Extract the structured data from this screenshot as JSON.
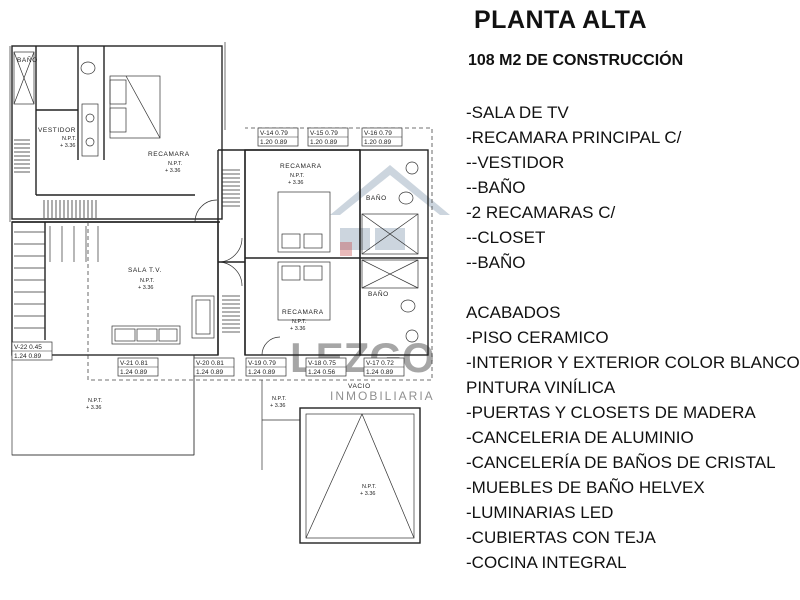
{
  "title": "PLANTA ALTA",
  "subtitle": "108 M2 DE CONSTRUCCIÓN",
  "spaces": [
    "-SALA DE TV",
    "-RECAMARA PRINCIPAL  C/",
    "--VESTIDOR",
    "--BAÑO",
    "-2 RECAMARAS C/",
    "--CLOSET",
    "--BAÑO"
  ],
  "finishes_heading": "ACABADOS",
  "finishes": [
    "-PISO CERAMICO",
    "-INTERIOR Y EXTERIOR COLOR BLANCO",
    "PINTURA VINÍLICA",
    "-PUERTAS Y CLOSETS DE MADERA",
    "-CANCELERIA DE ALUMINIO",
    "-CANCELERÍA DE BAÑOS DE CRISTAL",
    "-MUEBLES DE BAÑO HELVEX",
    "-LUMINARIAS LED",
    "-CUBIERTAS CON TEJA",
    "-COCINA INTEGRAL"
  ],
  "plan": {
    "rooms": {
      "bano_principal": "BAÑO",
      "vestidor": "VESTIDOR",
      "recamara_principal": "RECAMARA",
      "recamara_1": "RECAMARA",
      "recamara_2": "RECAMARA",
      "bano_1": "BAÑO",
      "bano_2": "BAÑO",
      "sala_tv": "SALA T.V.",
      "vacio": "VACIO"
    },
    "npt_label": "N.P.T.",
    "level": "+ 3.36",
    "windows": [
      {
        "code": "V-14",
        "w": "0.79",
        "a": "1.20",
        "b": "0.89"
      },
      {
        "code": "V-15",
        "w": "0.79",
        "a": "1.20",
        "b": "0.89"
      },
      {
        "code": "V-16",
        "w": "0.79",
        "a": "1.20",
        "b": "0.89"
      },
      {
        "code": "V-22",
        "w": "0.45",
        "a": "1.24",
        "b": "0.89"
      },
      {
        "code": "V-21",
        "w": "0.81",
        "a": "1.24",
        "b": "0.89"
      },
      {
        "code": "V-20",
        "w": "0.81",
        "a": "1.24",
        "b": "0.89"
      },
      {
        "code": "V-19",
        "w": "0.79",
        "a": "1.24",
        "b": "0.89"
      },
      {
        "code": "V-18",
        "w": "0.75",
        "a": "1.24",
        "b": "0.56"
      },
      {
        "code": "V-17",
        "w": "0.72",
        "a": "1.24",
        "b": "0.89"
      }
    ],
    "watermark": "LEZGO",
    "watermark_sub": "INMOBILIARIA"
  },
  "colors": {
    "text": "#111111",
    "lines": "#222222",
    "watermark": "#8ea2b5"
  }
}
